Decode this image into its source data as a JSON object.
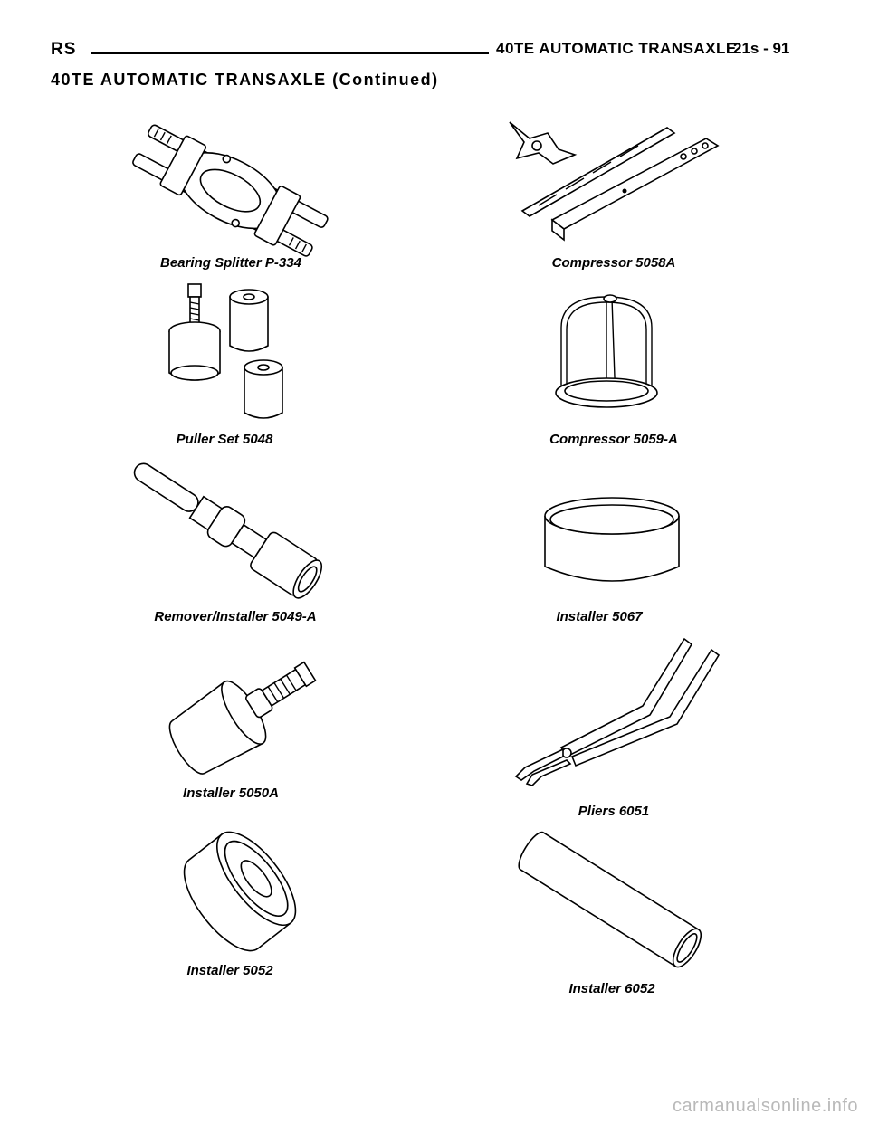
{
  "header": {
    "left": "RS",
    "right": "40TE AUTOMATIC TRANSAXLE",
    "page": "21s - 91"
  },
  "section_title": "40TE AUTOMATIC TRANSAXLE (Continued)",
  "tools": [
    {
      "caption": "Bearing Splitter P-334"
    },
    {
      "caption": "Compressor 5058A"
    },
    {
      "caption": "Puller Set 5048"
    },
    {
      "caption": "Compressor 5059-A"
    },
    {
      "caption": "Remover/Installer 5049-A"
    },
    {
      "caption": "Installer 5067"
    },
    {
      "caption": "Installer 5050A"
    },
    {
      "caption": "Pliers 6051"
    },
    {
      "caption": "Installer 5052"
    },
    {
      "caption": "Installer 6052"
    }
  ],
  "watermark": "carmanualsonline.info"
}
